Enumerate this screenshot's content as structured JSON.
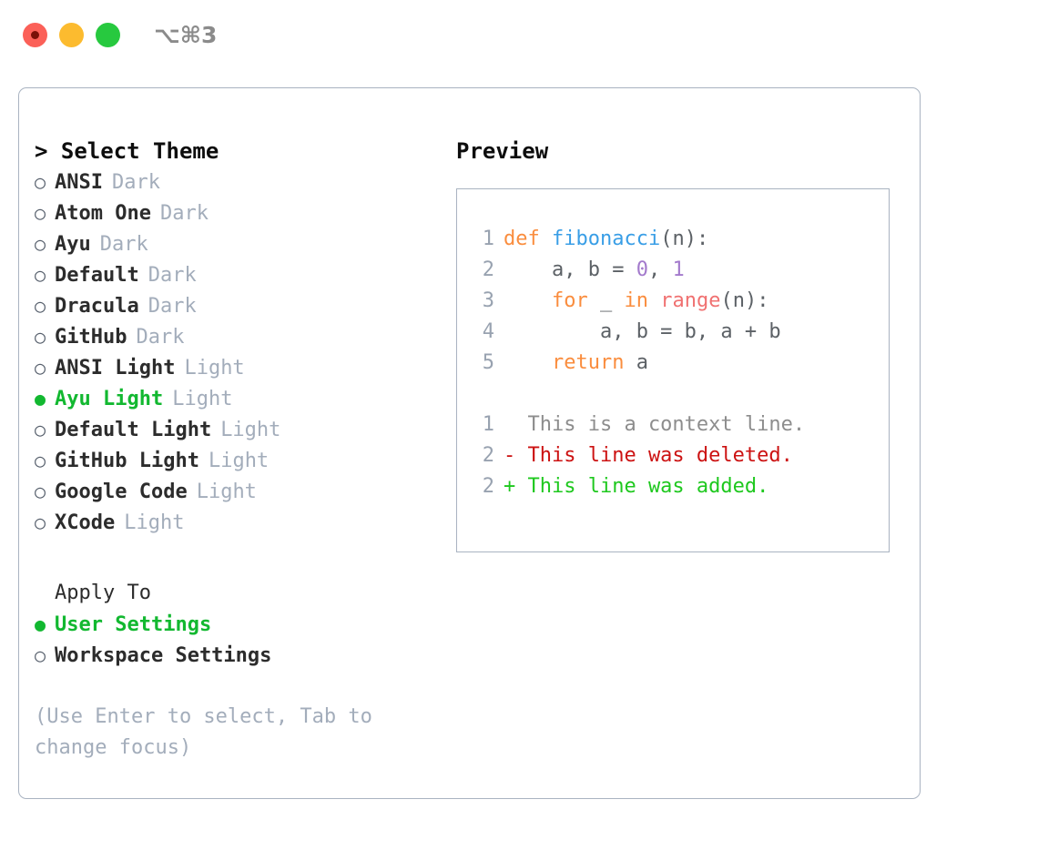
{
  "titlebar": {
    "shortcut": "⌥⌘3",
    "buttons": [
      "close",
      "minimize",
      "maximize"
    ]
  },
  "left": {
    "heading": "> Select Theme",
    "bullet_unselected": "○",
    "bullet_selected": "●",
    "themes": [
      {
        "name": "ANSI",
        "badge": "Dark",
        "selected": false
      },
      {
        "name": "Atom One",
        "badge": "Dark",
        "selected": false
      },
      {
        "name": "Ayu",
        "badge": "Dark",
        "selected": false
      },
      {
        "name": "Default",
        "badge": "Dark",
        "selected": false
      },
      {
        "name": "Dracula",
        "badge": "Dark",
        "selected": false
      },
      {
        "name": "GitHub",
        "badge": "Dark",
        "selected": false
      },
      {
        "name": "ANSI Light",
        "badge": "Light",
        "selected": false
      },
      {
        "name": "Ayu Light",
        "badge": "Light",
        "selected": true
      },
      {
        "name": "Default Light",
        "badge": "Light",
        "selected": false
      },
      {
        "name": "GitHub Light",
        "badge": "Light",
        "selected": false
      },
      {
        "name": "Google Code",
        "badge": "Light",
        "selected": false
      },
      {
        "name": "XCode",
        "badge": "Light",
        "selected": false
      }
    ],
    "apply_to_title": "Apply To",
    "apply_to_options": [
      {
        "name": "User Settings",
        "selected": true
      },
      {
        "name": "Workspace Settings",
        "selected": false
      }
    ],
    "hint": "(Use Enter to select, Tab to change focus)"
  },
  "right": {
    "preview_title": "Preview",
    "code_lines": [
      {
        "no": "1",
        "tokens": [
          {
            "t": "def ",
            "c": "kw"
          },
          {
            "t": "fibonacci",
            "c": "fn"
          },
          {
            "t": "(n):",
            "c": "txt"
          }
        ]
      },
      {
        "no": "2",
        "tokens": [
          {
            "t": "    a, b = ",
            "c": "txt"
          },
          {
            "t": "0",
            "c": "num"
          },
          {
            "t": ", ",
            "c": "txt"
          },
          {
            "t": "1",
            "c": "num"
          }
        ]
      },
      {
        "no": "3",
        "tokens": [
          {
            "t": "    ",
            "c": "txt"
          },
          {
            "t": "for",
            "c": "kw"
          },
          {
            "t": " _ ",
            "c": "txt"
          },
          {
            "t": "in",
            "c": "kw"
          },
          {
            "t": " ",
            "c": "txt"
          },
          {
            "t": "range",
            "c": "call"
          },
          {
            "t": "(n):",
            "c": "txt"
          }
        ]
      },
      {
        "no": "4",
        "tokens": [
          {
            "t": "        a, b = b, a + b",
            "c": "txt"
          }
        ]
      },
      {
        "no": "5",
        "tokens": [
          {
            "t": "    ",
            "c": "txt"
          },
          {
            "t": "return",
            "c": "kw"
          },
          {
            "t": " a",
            "c": "txt"
          }
        ]
      }
    ],
    "diff_lines": [
      {
        "no": "1",
        "tokens": [
          {
            "t": "  This is a context line.",
            "c": "ctx"
          }
        ]
      },
      {
        "no": "2",
        "tokens": [
          {
            "t": "- This line was deleted.",
            "c": "del"
          }
        ]
      },
      {
        "no": "2",
        "tokens": [
          {
            "t": "+ This line was added.",
            "c": "add"
          }
        ]
      }
    ]
  },
  "colors": {
    "accent_green": "#12b830",
    "muted": "#a3adbb",
    "border": "#a9b3c1",
    "keyword": "#fa8d3e",
    "function": "#399ee6",
    "number": "#a37acc",
    "call": "#f07171",
    "diff_deleted": "#cc1212",
    "diff_added": "#1ec81e"
  }
}
